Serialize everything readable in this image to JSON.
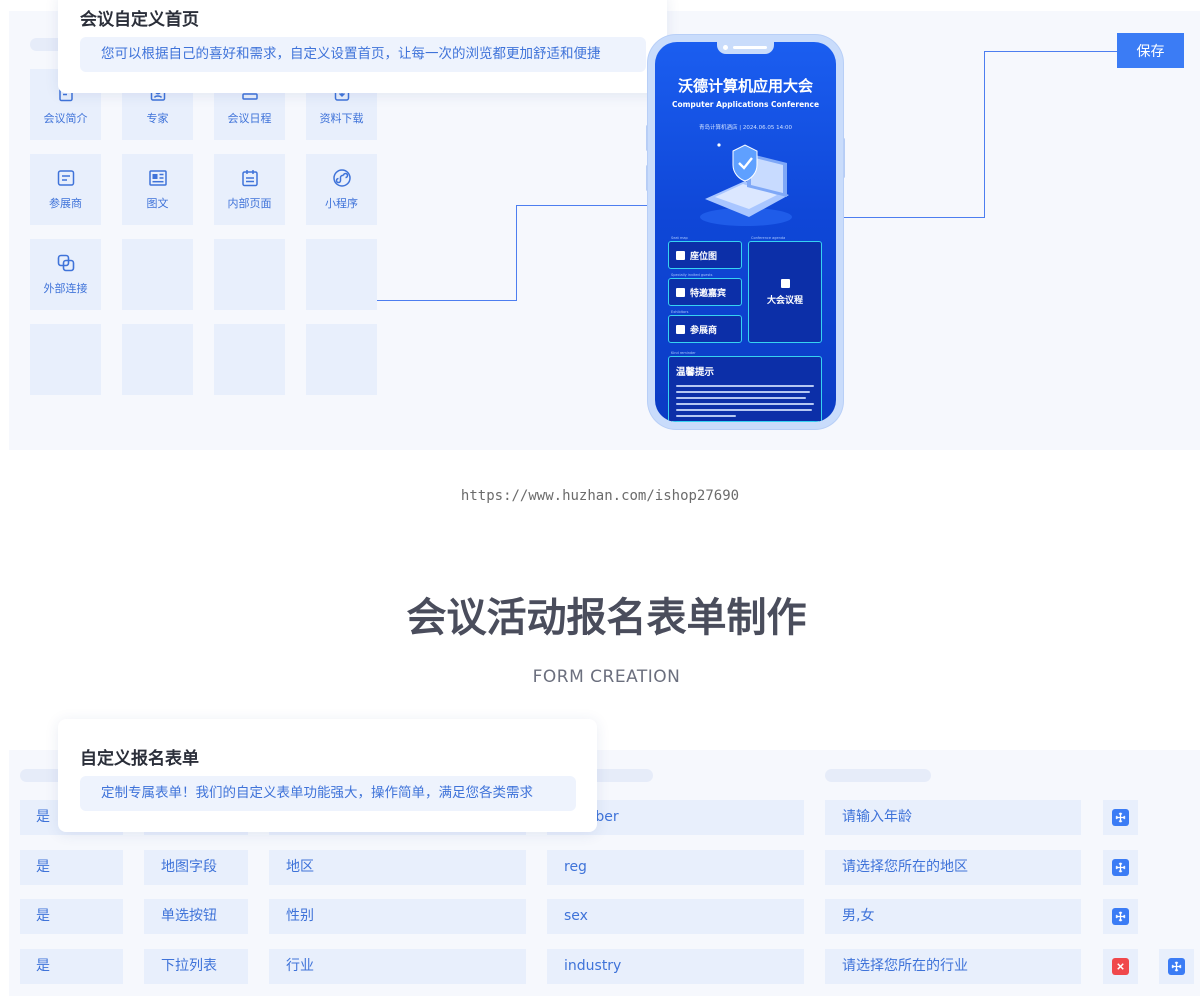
{
  "homepage": {
    "tip_title": "会议自定义首页",
    "tip_desc": "您可以根据自己的喜好和需求，自定义设置首页，让每一次的浏览都更加舒适和便捷",
    "save_label": "保存",
    "tiles": [
      {
        "label": "会议简介",
        "icon": "document-icon"
      },
      {
        "label": "专家",
        "icon": "user-icon"
      },
      {
        "label": "会议日程",
        "icon": "schedule-icon"
      },
      {
        "label": "资料下载",
        "icon": "download-icon"
      },
      {
        "label": "参展商",
        "icon": "exhibitor-icon"
      },
      {
        "label": "图文",
        "icon": "image-text-icon"
      },
      {
        "label": "内部页面",
        "icon": "calendar-page-icon"
      },
      {
        "label": "小程序",
        "icon": "mini-program-icon"
      },
      {
        "label": "外部连接",
        "icon": "link-icon"
      }
    ]
  },
  "phone": {
    "title": "沃德计算机应用大会",
    "subtitle": "Computer Applications Conference",
    "date_line": "青岛计算机酒店 | 2024.06.05 14:00",
    "buttons": [
      {
        "label": "座位图",
        "caption": "Seat map"
      },
      {
        "label": "特邀嘉宾",
        "caption": "Specially invited guests"
      },
      {
        "label": "参展商",
        "caption": "Exhibitors"
      }
    ],
    "agenda": {
      "label": "大会议程",
      "caption": "Conference agenda"
    },
    "notice": {
      "title": "温馨提示",
      "caption": "Kind reminder"
    }
  },
  "watermark": "https://www.huzhan.com/ishop27690",
  "form_section": {
    "title": "会议活动报名表单制作",
    "subtitle": "FORM CREATION",
    "tip_title": "自定义报名表单",
    "tip_desc": "定制专属表单！我们的自定义表单功能强大，操作简单，满足您各类需求",
    "rows": [
      {
        "required": "是",
        "field_type": "",
        "field_name": "",
        "key": "number",
        "placeholder": "请输入年龄",
        "actions": [
          "move"
        ]
      },
      {
        "required": "是",
        "field_type": "地图字段",
        "field_name": "地区",
        "key": "reg",
        "placeholder": "请选择您所在的地区",
        "actions": [
          "move"
        ]
      },
      {
        "required": "是",
        "field_type": "单选按钮",
        "field_name": "性别",
        "key": "sex",
        "placeholder": "男,女",
        "actions": [
          "move"
        ]
      },
      {
        "required": "是",
        "field_type": "下拉列表",
        "field_name": "行业",
        "key": "industry",
        "placeholder": "请选择您所在的行业",
        "actions": [
          "delete",
          "move"
        ]
      }
    ]
  },
  "colors": {
    "accent": "#3b7cf5",
    "panel": "#f6f8fd",
    "cell": "#e8effc",
    "text_blue": "#3f73d9",
    "danger": "#f0484c"
  }
}
